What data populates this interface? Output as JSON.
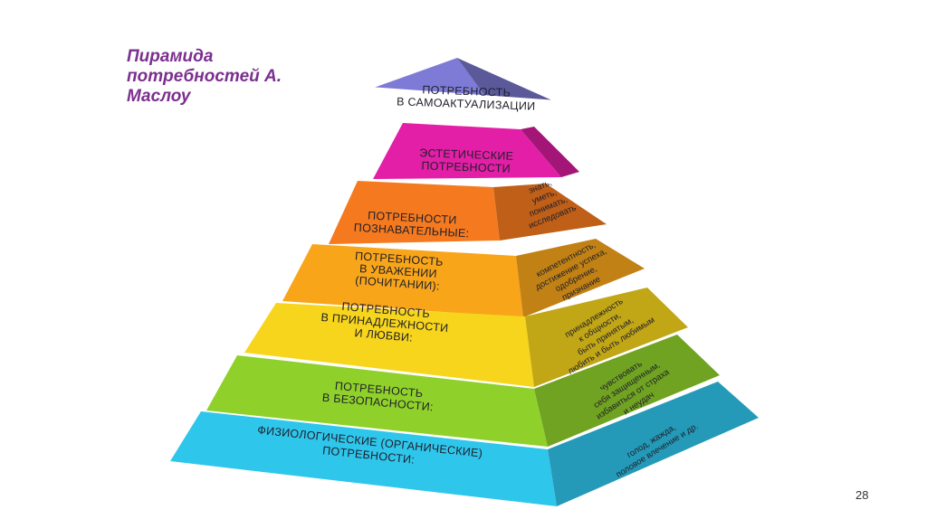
{
  "title": {
    "line1": "Пирамида",
    "line2": "потребностей А.",
    "line3": "Маслоу"
  },
  "levels": [
    {
      "id": "self-actualization",
      "label": [
        "ПОТРЕБНОСТЬ",
        "В САМОАКТУАЛИЗАЦИИ"
      ],
      "description": [],
      "color": "#7e7bd6"
    },
    {
      "id": "aesthetic",
      "label": [
        "ЭСТЕТИЧЕСКИЕ",
        "ПОТРЕБНОСТИ"
      ],
      "description": [],
      "color": "#e21fa6"
    },
    {
      "id": "cognitive",
      "label": [
        "ПОТРЕБНОСТИ",
        "ПОЗНАВАТЕЛЬНЫЕ:"
      ],
      "description": [
        "знать,",
        "уметь,",
        "понимать,",
        "исследовать"
      ],
      "color": "#f57a1f"
    },
    {
      "id": "esteem",
      "label": [
        "ПОТРЕБНОСТЬ",
        "В УВАЖЕНИИ",
        "(ПОЧИТАНИИ):"
      ],
      "description": [
        "компетентность,",
        "достижение успеха,",
        "одобрение,",
        "признание"
      ],
      "color": "#f9a51a"
    },
    {
      "id": "belonging",
      "label": [
        "ПОТРЕБНОСТЬ",
        "В ПРИНАДЛЕЖНОСТИ",
        "И ЛЮБВИ:"
      ],
      "description": [
        "принадлежность",
        "к общности,",
        "быть принятым,",
        "любить и быть любимым"
      ],
      "color": "#f7d51c"
    },
    {
      "id": "safety",
      "label": [
        "ПОТРЕБНОСТЬ",
        "В БЕЗОПАСНОСТИ:"
      ],
      "description": [
        "чувствовать",
        "себя защищенным,",
        "избавиться от страха",
        "и неудач"
      ],
      "color": "#8fd12a"
    },
    {
      "id": "physiological",
      "label": [
        "ФИЗИОЛОГИЧЕСКИЕ (ОРГАНИЧЕСКИЕ)",
        "ПОТРЕБНОСТИ:"
      ],
      "description": [
        "голод, жажда,",
        "половое влечение и др."
      ],
      "color": "#2fc6ec"
    }
  ],
  "page_number": "28"
}
